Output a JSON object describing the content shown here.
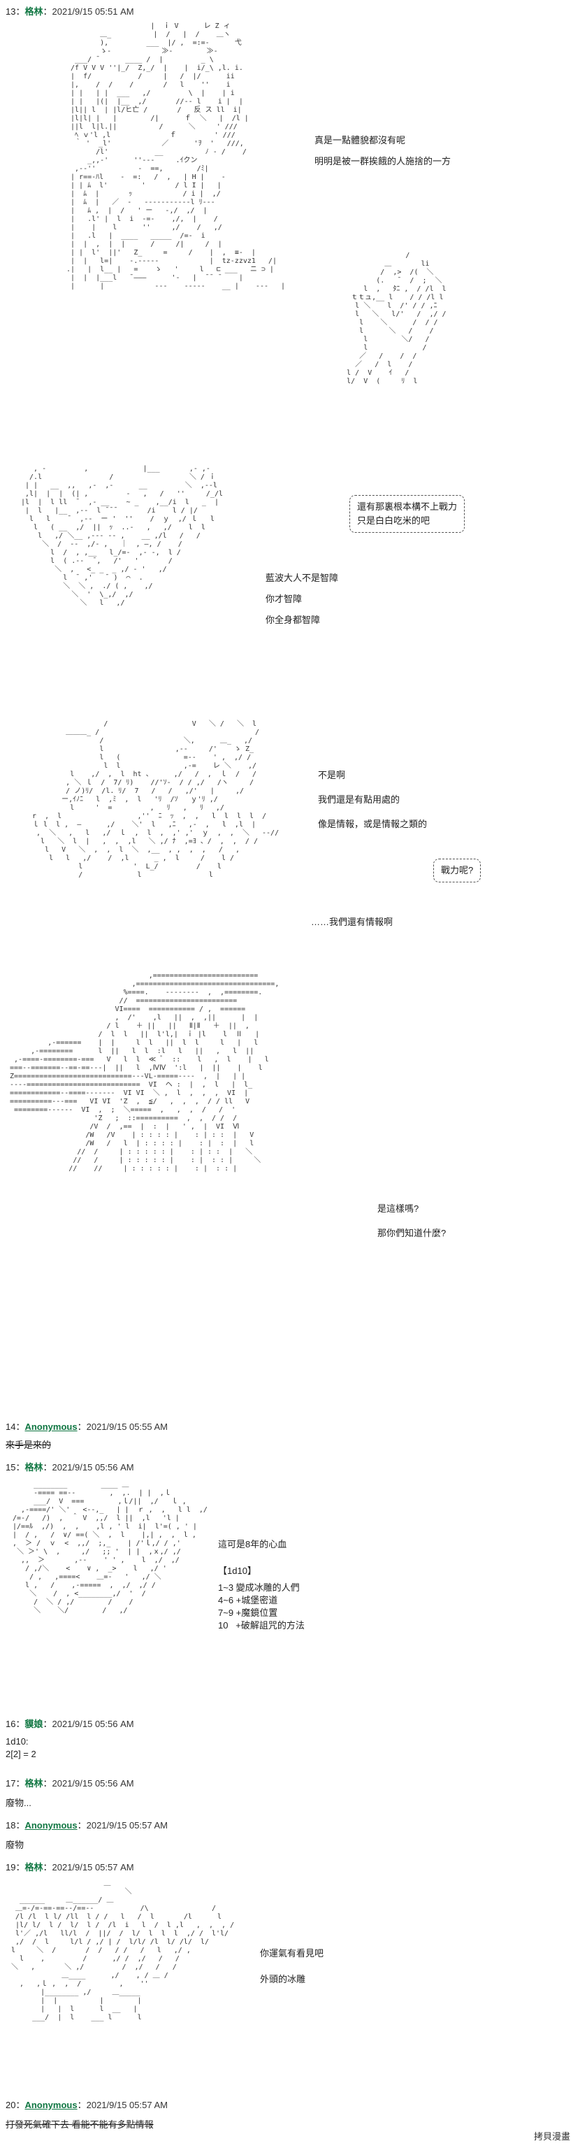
{
  "posts": [
    {
      "num": "13：",
      "name": "格林",
      "date": "2021/9/15 05:51 AM",
      "lines": [
        "真是一點體貌都沒有呢",
        "明明是被一群挨餓的人施捨的一方"
      ],
      "panel2": {
        "bubble": [
          "還有那裏根本構不上戰力",
          "只是白白吃米的吧"
        ],
        "lines": [
          "藍波大人不是智障",
          "你才智障",
          "你全身都智障"
        ]
      },
      "panel3": {
        "lines": [
          "不是啊",
          "我們還是有點用處的",
          "像是情報，或是情報之類的"
        ],
        "bubble": [
          "戰力呢?"
        ],
        "tail": "……我們還有情報啊"
      },
      "panel4": {
        "lines": [
          "是這樣嗎?",
          "那你們知道什麼?"
        ]
      }
    },
    {
      "num": "14：",
      "name": "Anonymous",
      "date": "2021/9/15 05:55 AM",
      "text": "來手是來的"
    },
    {
      "num": "15：",
      "name": "格林",
      "date": "2021/9/15 05:56 AM",
      "lines": [
        "這可是8年的心血",
        "",
        "【1d10】",
        "",
        "1~3 變成冰雕的人們",
        "4~6 +城堡密道",
        "7~9 +魔鏡位置",
        "10   +破解詛咒的方法"
      ]
    },
    {
      "num": "16：",
      "name": "貘娘",
      "date": "2021/9/15 05:56 AM",
      "text": "1d10:\n2[2] = 2"
    },
    {
      "num": "17：",
      "name": "格林",
      "date": "2021/9/15 05:56 AM",
      "text": "廢物..."
    },
    {
      "num": "18：",
      "name": "Anonymous",
      "date": "2021/9/15 05:57 AM",
      "text": "廢物"
    },
    {
      "num": "19：",
      "name": "格林",
      "date": "2021/9/15 05:57 AM",
      "lines": [
        "你運氣有看見吧",
        "外頭的冰雕"
      ]
    },
    {
      "num": "20：",
      "name": "Anonymous",
      "date": "2021/9/15 05:57 AM",
      "text": "打發死氣確下去 看能不能有多點情報"
    }
  ],
  "watermark": "拷貝漫畫"
}
